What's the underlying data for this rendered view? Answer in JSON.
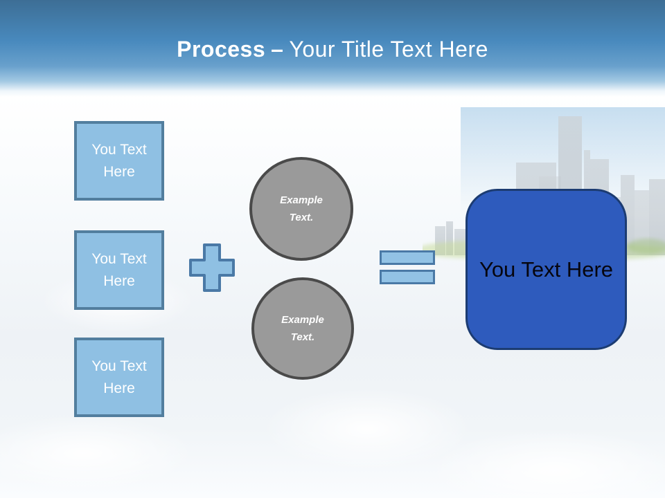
{
  "title": {
    "bold": "Process",
    "separator": "–",
    "rest": "Your Title Text Here"
  },
  "input_boxes": [
    {
      "label": "You Text Here"
    },
    {
      "label": "You Text Here"
    },
    {
      "label": "You Text Here"
    }
  ],
  "operators": {
    "plus_icon": "plus-icon",
    "equals_icon": "equals-icon"
  },
  "example_circles": [
    {
      "label": "Example Text."
    },
    {
      "label": "Example Text."
    }
  ],
  "result_box": {
    "label": "You Text Here"
  },
  "colors": {
    "header_top": "#3d6e95",
    "header_mid": "#4889bd",
    "title_text": "#ffffff",
    "box_fill": "#8fc0e3",
    "box_border": "#527e9e",
    "box_text": "#ffffff",
    "plus_fill": "#8fc0e3",
    "plus_border": "#4a79a6",
    "equals_fill": "#92c2e5",
    "equals_border": "#4a79a6",
    "circle_fill": "#9a9a9a",
    "circle_border": "#4a4a4a",
    "circle_text": "#ffffff",
    "result_fill": "#2e5bbd",
    "result_border": "#1c3c72",
    "result_text": "#06060f"
  }
}
